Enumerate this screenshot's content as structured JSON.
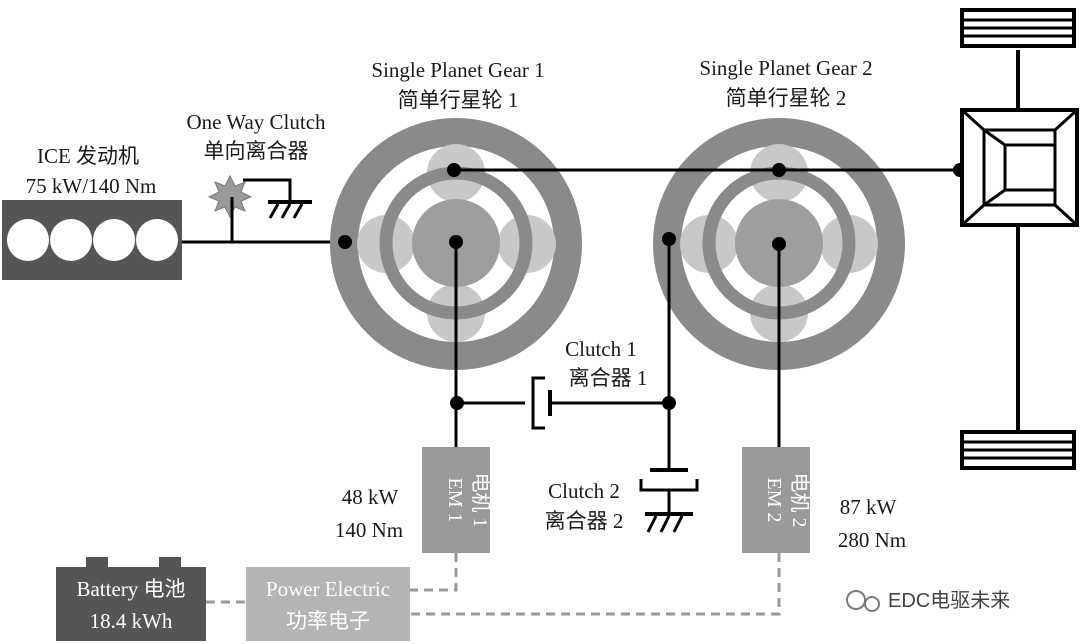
{
  "engine": {
    "title": "ICE 发动机",
    "spec": "75 kW/140 Nm"
  },
  "one_way_clutch": {
    "en": "One Way Clutch",
    "zh": "单向离合器"
  },
  "planet_gear_1": {
    "en": "Single Planet Gear 1",
    "zh": "简单行星轮 1"
  },
  "planet_gear_2": {
    "en": "Single Planet Gear 2",
    "zh": "简单行星轮 2"
  },
  "clutch_1": {
    "en": "Clutch 1",
    "zh": "离合器 1"
  },
  "clutch_2": {
    "en": "Clutch 2",
    "zh": "离合器 2"
  },
  "em1": {
    "en": "EM 1",
    "zh": "电机 1",
    "power": "48 kW",
    "torque": "140 Nm"
  },
  "em2": {
    "en": "EM 2",
    "zh": "电机 2",
    "power": "87 kW",
    "torque": "280 Nm"
  },
  "battery": {
    "title": "Battery 电池",
    "capacity": "18.4 kWh"
  },
  "power_electric": {
    "en": "Power Electric",
    "zh": "功率电子"
  },
  "watermark": "EDC电驱未来",
  "colors": {
    "ring": "#8a8a8a",
    "planet": "#c8c8c8",
    "sun": "#9e9e9e",
    "em_box": "#999999",
    "battery_box": "#555555",
    "pe_box": "#b4b4b4",
    "line": "#000000"
  }
}
